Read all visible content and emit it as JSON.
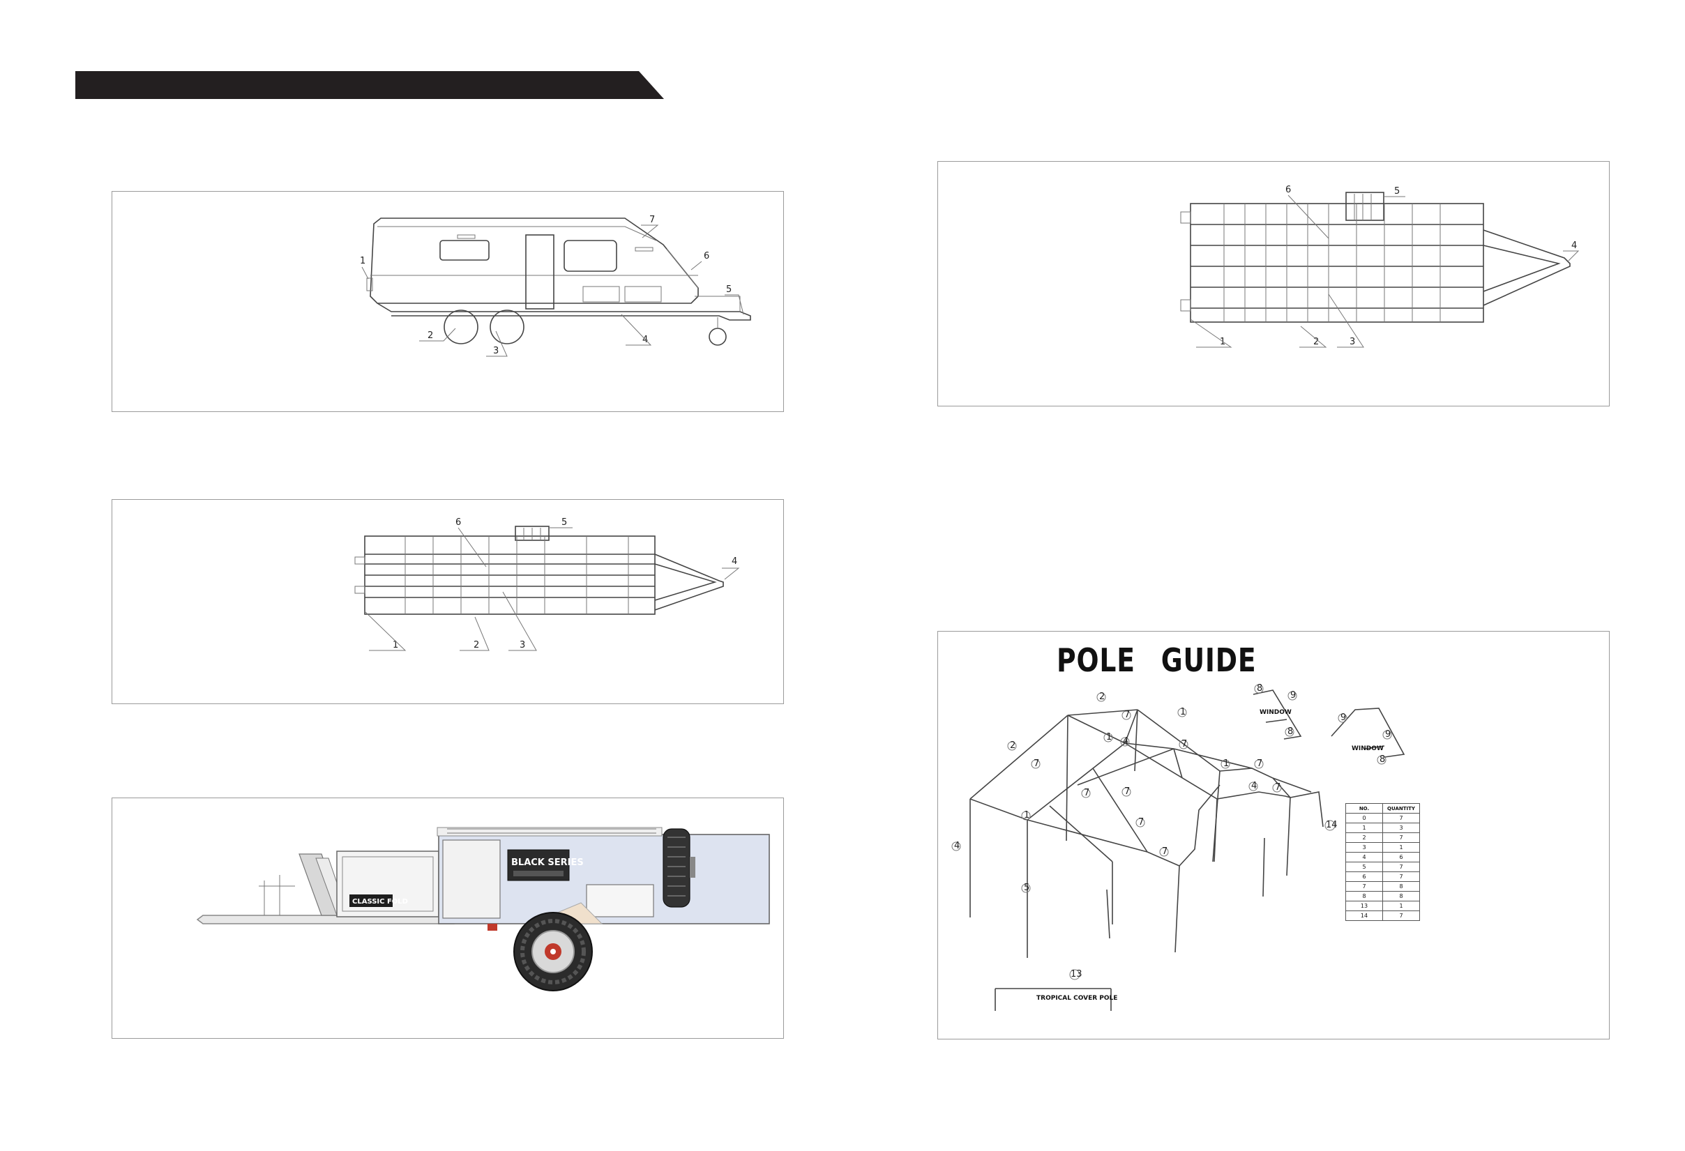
{
  "colors": {
    "banner": "#231f20",
    "panel_border": "#9a9a9a",
    "trailer_body": "#dde3f0",
    "tyre": "#2b2b2b",
    "hub": "#c0392b"
  },
  "panel1": {
    "callouts": [
      "1",
      "2",
      "3",
      "4",
      "5",
      "6",
      "7"
    ]
  },
  "panel2": {
    "callouts": [
      "6",
      "5",
      "4",
      "1",
      "2",
      "3"
    ]
  },
  "panel3": {
    "brand_text": "BLACK SERIES",
    "fold_text": "CLASSIC FOLD"
  },
  "panel4": {
    "callouts": [
      "6",
      "5",
      "4",
      "1",
      "2",
      "3"
    ]
  },
  "pole_guide": {
    "title": "POLE GUIDE",
    "window_label_1": "WINDOW",
    "window_label_2": "WINDOW",
    "cover_pole_label": "TROPICAL COVER POLE",
    "pole_numbers": [
      "2",
      "7",
      "1",
      "2",
      "7",
      "1",
      "4",
      "7",
      "7",
      "7",
      "1",
      "4",
      "1",
      "7",
      "7",
      "7",
      "5",
      "4",
      "7",
      "14",
      "13",
      "8",
      "9",
      "8",
      "9",
      "9",
      "8"
    ],
    "table": {
      "headers": [
        "NO.",
        "QUANTITY"
      ],
      "rows": [
        [
          "0",
          "7"
        ],
        [
          "1",
          "3"
        ],
        [
          "2",
          "7"
        ],
        [
          "3",
          "1"
        ],
        [
          "4",
          "6"
        ],
        [
          "5",
          "7"
        ],
        [
          "6",
          "7"
        ],
        [
          "7",
          "8"
        ],
        [
          "8",
          "8"
        ],
        [
          "13",
          "1"
        ],
        [
          "14",
          "7"
        ]
      ]
    }
  }
}
